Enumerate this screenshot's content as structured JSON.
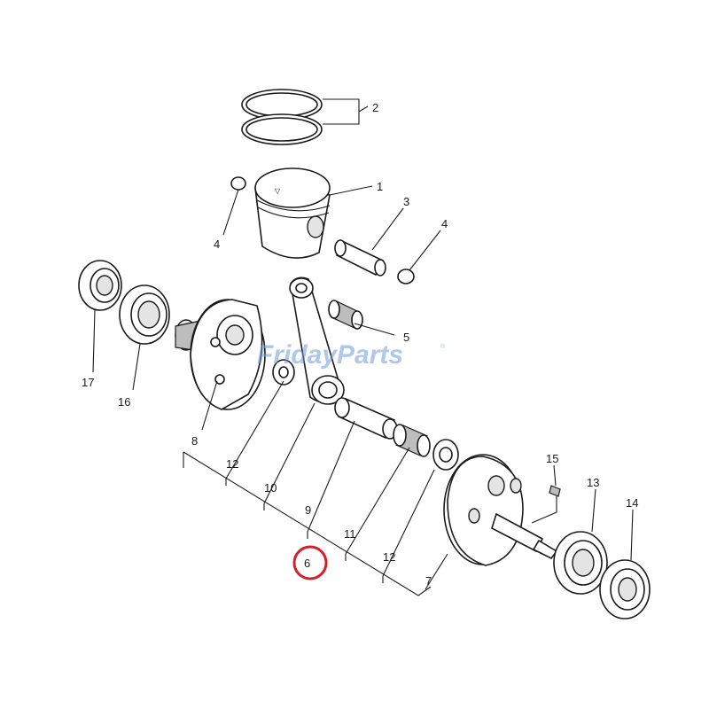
{
  "watermark": {
    "text": "FridayParts",
    "registered": "®"
  },
  "highlight": {
    "part": "6",
    "color": "#d81e2a"
  },
  "callouts": {
    "c1": "1",
    "c2": "2",
    "c3": "3",
    "c4a": "4",
    "c4b": "4",
    "c5": "5",
    "c6": "6",
    "c7": "7",
    "c8": "8",
    "c9": "9",
    "c10": "10",
    "c11": "11",
    "c12a": "12",
    "c12b": "12",
    "c13": "13",
    "c14": "14",
    "c15": "15",
    "c16": "16",
    "c17": "17"
  }
}
